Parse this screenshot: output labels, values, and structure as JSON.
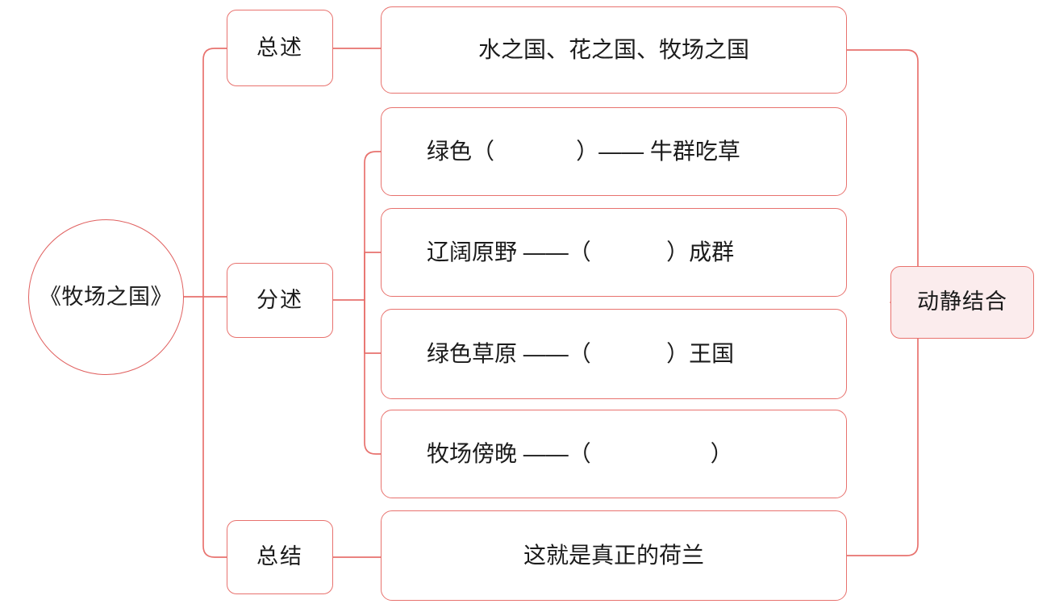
{
  "diagram": {
    "type": "mind-map",
    "title": "《牧场之国》",
    "accent_color": "#e8726e",
    "root_border_color": "#e0605f",
    "tail_fill_color": "#fbeced",
    "text_color": "#1b1b1b"
  },
  "root": {
    "label": "《牧场之国》"
  },
  "branches": [
    {
      "id": "overview",
      "label": "总述"
    },
    {
      "id": "detail",
      "label": "分述"
    },
    {
      "id": "conclusion",
      "label": "总结"
    }
  ],
  "boxes": [
    {
      "id": "b1",
      "branch": "overview",
      "text": "水之国、花之国、牧场之国",
      "align": "center"
    },
    {
      "id": "b2",
      "branch": "detail",
      "text": "绿色（             ）—— 牛群吃草",
      "align": "left"
    },
    {
      "id": "b3",
      "branch": "detail",
      "text": "辽阔原野 ——（            ）成群",
      "align": "left"
    },
    {
      "id": "b4",
      "branch": "detail",
      "text": "绿色草原 ——（            ）王国",
      "align": "left"
    },
    {
      "id": "b5",
      "branch": "detail",
      "text": "牧场傍晚 ——（                   ）",
      "align": "left"
    },
    {
      "id": "b6",
      "branch": "conclusion",
      "text": "这就是真正的荷兰",
      "align": "center"
    }
  ],
  "tail": {
    "label": "动静结合"
  }
}
